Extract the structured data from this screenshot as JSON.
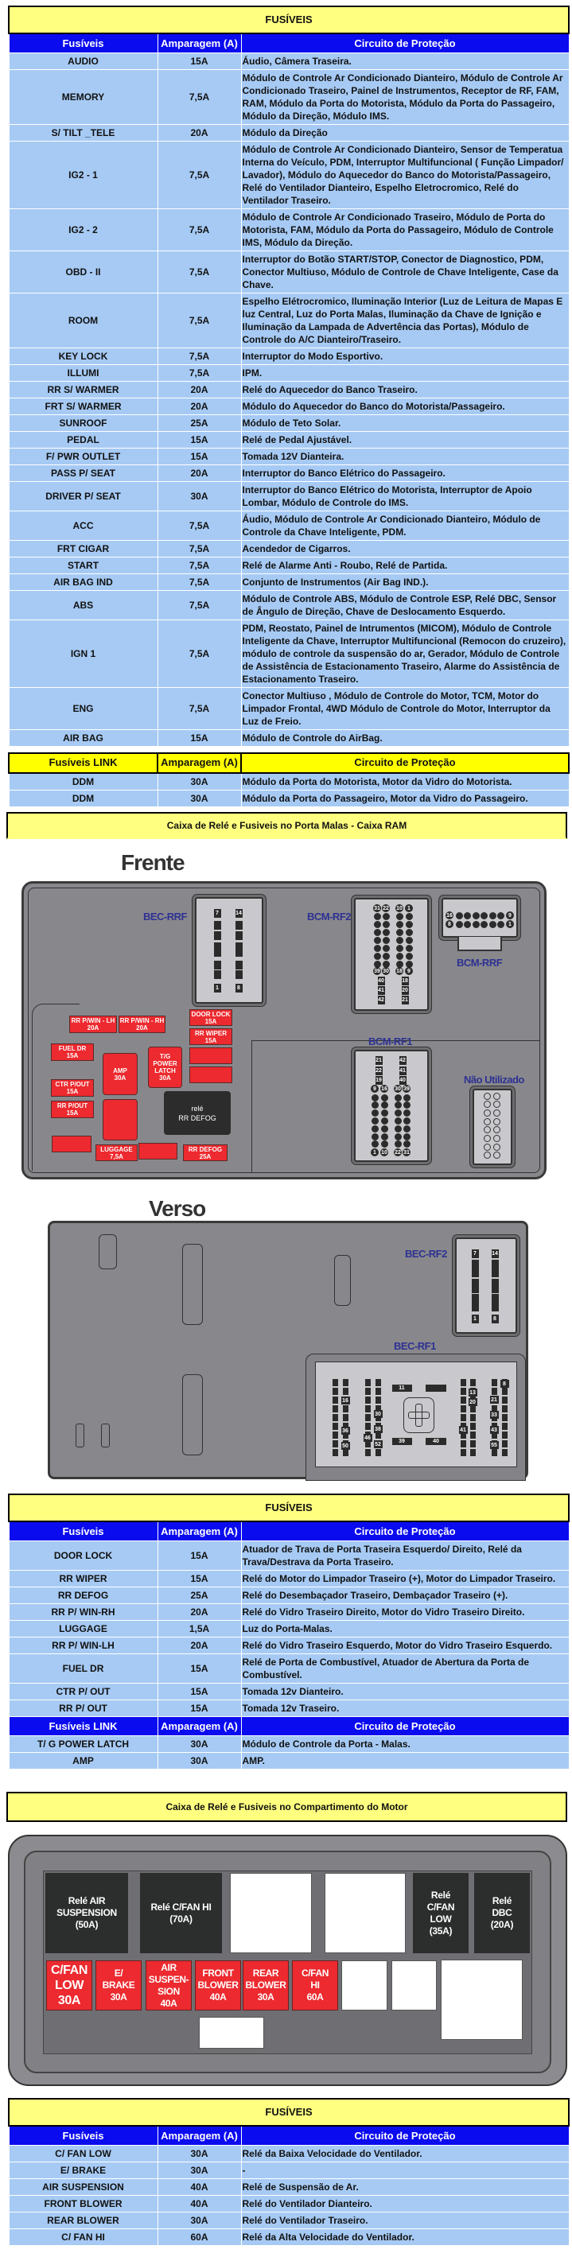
{
  "fuse_table_1": {
    "title": "FUSÍVEIS",
    "headers": [
      "Fusíveis",
      "Amparagem (A)",
      "Circuito de Proteção"
    ],
    "rows": [
      [
        "AUDIO",
        "15A",
        "Áudio, Câmera Traseira."
      ],
      [
        "MEMORY",
        "7,5A",
        "Módulo de Controle Ar Condicionado Dianteiro, Módulo de Controle Ar Condicionado Traseiro, Painel de Instrumentos, Receptor de RF, FAM, RAM, Módulo da Porta do Motorista, Módulo da Porta do Passageiro, Módulo da Direção, Módulo IMS."
      ],
      [
        "S/ TILT _TELE",
        "20A",
        "Módulo da Direção"
      ],
      [
        "IG2 - 1",
        "7,5A",
        "Módulo de Controle Ar Condicionado Dianteiro, Sensor de Temperatua Interna do Veículo, PDM, Interruptor Multifuncional ( Função Limpador/ Lavador), Módulo do Aquecedor do Banco do Motorista/Passageiro, Relé do Ventilador Dianteiro, Espelho Eletrocromico, Relé do Ventilador Traseiro."
      ],
      [
        "IG2 - 2",
        "7,5A",
        "Módulo de Controle Ar Condicionado Traseiro, Módulo de Porta do Motorista, FAM, Módulo da Porta do Passageiro, Módulo de Controle IMS, Módulo da Direção."
      ],
      [
        "OBD - II",
        "7,5A",
        "Interruptor do Botão START/STOP, Conector de Diagnostico, PDM, Conector Multiuso, Módulo de Controle de Chave Inteligente, Case da Chave."
      ],
      [
        "ROOM",
        "7,5A",
        "Espelho Elétrocromico, Iluminação Interior (Luz de Leitura de Mapas E luz Central, Luz do Porta Malas, Iluminação da Chave de Ignição e Iluminação da Lampada de Advertência das Portas), Módulo de Controle do A/C Dianteiro/Traseiro."
      ],
      [
        "KEY LOCK",
        "7,5A",
        "Interruptor do Modo Esportivo."
      ],
      [
        "ILLUMI",
        "7,5A",
        "IPM."
      ],
      [
        "RR S/ WARMER",
        "20A",
        "Relé do Aquecedor do Banco Traseiro."
      ],
      [
        "FRT S/ WARMER",
        "20A",
        "Módulo do Aquecedor do Banco do Motorista/Passageiro."
      ],
      [
        "SUNROOF",
        "25A",
        "Módulo de Teto Solar."
      ],
      [
        "PEDAL",
        "15A",
        "Relé de Pedal Ajustável."
      ],
      [
        "F/ PWR OUTLET",
        "15A",
        "Tomada 12V Dianteira."
      ],
      [
        "PASS P/ SEAT",
        "20A",
        "Interruptor do Banco Elétrico do Passageiro."
      ],
      [
        "DRIVER P/ SEAT",
        "30A",
        "Interruptor do Banco Elétrico do Motorista, Interruptor de Apoio Lombar, Módulo de Controle do IMS."
      ],
      [
        "ACC",
        "7,5A",
        "Áudio, Módulo de Controle Ar Condicionado Dianteiro, Módulo de Controle da Chave Inteligente, PDM."
      ],
      [
        "FRT CIGAR",
        "7,5A",
        "Acendedor de Cigarros."
      ],
      [
        "START",
        "7,5A",
        "Relé de Alarme Anti - Roubo, Relé de Partida."
      ],
      [
        "AIR BAG IND",
        "7,5A",
        "Conjunto de Instrumentos (Air Bag IND.)."
      ],
      [
        "ABS",
        "7,5A",
        "Módulo de Controle ABS, Módulo de Controle ESP, Relé DBC, Sensor de Ângulo de Direção, Chave de Deslocamento Esquerdo."
      ],
      [
        "IGN 1",
        "7,5A",
        "PDM, Reostato, Painel de Intrumentos (MICOM), Módulo de Controle Inteligente da Chave, Interruptor Multifuncional (Remocon do cruzeiro), módulo de controle da suspensão do ar, Gerador, Módulo de Controle de Assistência de Estacionamento Traseiro, Alarme do Assistência de Estacionamento Traseiro."
      ],
      [
        "ENG",
        "7,5A",
        "Conector Multiuso , Módulo de Controle do Motor, TCM, Motor do Limpador Frontal, 4WD Módulo de Controle do Motor, Interruptor da Luz de Freio."
      ],
      [
        "AIR BAG",
        "15A",
        "Módulo de Controle do AirBag."
      ]
    ],
    "link_headers": [
      "Fusíveis LINK",
      "Amparagem (A)",
      "Circuito de Proteção"
    ],
    "link_rows": [
      [
        "DDM",
        "30A",
        "Módulo da Porta do Motorista, Motor da Vidro do Motorista."
      ],
      [
        "DDM",
        "30A",
        "Módulo da Porta do Passageiro, Motor da Vidro do Passageiro."
      ]
    ]
  },
  "trunk_box": {
    "title": "Caixa de Relé e Fusiveis no Porta Malas - Caixa RAM",
    "front": {
      "title": "Frente",
      "connector_labels": {
        "bec_rrf": "BEC-RRF",
        "bcm_rf2": "BCM-RF2",
        "bcm_rrf": "BCM-RRF",
        "bcm_rf1": "BCM-RF1",
        "unused": "Não Utilizado"
      },
      "fuses": [
        {
          "name": "RR P/WIN - LH",
          "rating": "20A"
        },
        {
          "name": "RR P/WIN - RH",
          "rating": "20A"
        },
        {
          "name": "DOOR LOCK",
          "rating": "15A"
        },
        {
          "name": "RR WIPER",
          "rating": "15A"
        },
        {
          "name": "FUEL DR",
          "rating": "15A"
        },
        {
          "name": "AMP",
          "rating": "30A"
        },
        {
          "name": "T/G POWER LATCH",
          "rating": "30A"
        },
        {
          "name": "CTR P/OUT",
          "rating": "15A"
        },
        {
          "name": "RR P/OUT",
          "rating": "15A"
        },
        {
          "name": "LUGGAGE",
          "rating": "7,5A"
        },
        {
          "name": "RR DEFOG",
          "rating": "25A"
        }
      ],
      "relay": {
        "line1": "relé",
        "line2": "RR DEFOG"
      },
      "pins": {
        "bec_rrf": [
          "7",
          "14",
          "1",
          "8"
        ],
        "bcm_rf2": [
          "31",
          "22",
          "10",
          "1",
          "39",
          "30",
          "18",
          "9",
          "40",
          "18",
          "41",
          "20",
          "42",
          "21"
        ],
        "bcm_rrf": [
          "16",
          "9",
          "8",
          "1"
        ],
        "bcm_rf1": [
          "21",
          "42",
          "22",
          "41",
          "19",
          "40",
          "9",
          "16",
          "30",
          "39",
          "1",
          "10",
          "22",
          "31"
        ]
      }
    },
    "back": {
      "title": "Verso",
      "connector_labels": {
        "bec_rf2": "BEC-RF2",
        "bec_rf1": "BEC-RF1"
      },
      "pins": {
        "bec_rf2": [
          "7",
          "14",
          "1",
          "8"
        ],
        "bec_rf1": [
          "11",
          "39",
          "40",
          "16",
          "36",
          "50",
          "30",
          "38",
          "46",
          "52",
          "13",
          "20",
          "41",
          "8",
          "21",
          "33",
          "43",
          "55"
        ]
      }
    }
  },
  "fuse_table_2": {
    "title": "FUSÍVEIS",
    "headers": [
      "Fusíveis",
      "Amparagem (A)",
      "Circuito de Proteção"
    ],
    "rows": [
      [
        "DOOR LOCK",
        "15A",
        "Atuador de Trava de Porta Traseira Esquerdo/ Direito, Relé da Trava/Destrava da Porta Traseiro."
      ],
      [
        "RR WIPER",
        "15A",
        "Relé do Motor do Limpador Traseiro (+), Motor do Limpador Traseiro."
      ],
      [
        "RR DEFOG",
        "25A",
        "Relé do Desembaçador Traseiro, Dembaçador Traseiro (+)."
      ],
      [
        "RR P/ WIN-RH",
        "20A",
        "Relé do Vidro Traseiro Direito, Motor do Vidro Traseiro Direito."
      ],
      [
        "LUGGAGE",
        "1,5A",
        "Luz do Porta-Malas."
      ],
      [
        "RR P/ WIN-LH",
        "20A",
        "Relé do Vidro Traseiro Esquerdo, Motor do Vidro Traseiro Esquerdo."
      ],
      [
        "FUEL DR",
        "15A",
        "Relé de Porta de Combustível, Atuador de Abertura da Porta de Combustível."
      ],
      [
        "CTR P/ OUT",
        "15A",
        "Tomada 12v Dianteiro."
      ],
      [
        "RR P/ OUT",
        "15A",
        "Tomada 12v Traseiro."
      ]
    ],
    "link_headers": [
      "Fusíveis LINK",
      "Amparagem (A)",
      "Circuito de Proteção"
    ],
    "link_rows": [
      [
        "T/ G POWER LATCH",
        "30A",
        "Módulo de Controle da Porta - Malas."
      ],
      [
        "AMP",
        "30A",
        "AMP."
      ]
    ]
  },
  "engine_box": {
    "title": "Caixa de Relé e Fusiveis no Compartimento do Motor",
    "relays": [
      {
        "lines": [
          "Relé AIR",
          "SUSPENSION",
          "(50A)"
        ]
      },
      {
        "lines": [
          "Relé C/FAN HI",
          "(70A)"
        ]
      },
      {
        "lines": [
          "Relé",
          "C/FAN",
          "LOW",
          "(35A)"
        ]
      },
      {
        "lines": [
          "Relé",
          "DBC",
          "(20A)"
        ]
      }
    ],
    "fuses": [
      {
        "lines": [
          "C/FAN",
          "LOW",
          "30A"
        ]
      },
      {
        "lines": [
          "E/",
          "BRAKE",
          "30A"
        ]
      },
      {
        "lines": [
          "AIR",
          "SUSPEN-",
          "SION",
          "40A"
        ]
      },
      {
        "lines": [
          "FRONT",
          "BLOWER",
          "40A"
        ]
      },
      {
        "lines": [
          "REAR",
          "BLOWER",
          "30A"
        ]
      },
      {
        "lines": [
          "C/FAN",
          "HI",
          "60A"
        ]
      }
    ]
  },
  "fuse_table_3": {
    "title": "FUSÍVEIS",
    "headers": [
      "Fusíveis",
      "Amparagem (A)",
      "Circuito de Proteção"
    ],
    "rows": [
      [
        "C/ FAN LOW",
        "30A",
        "Relé da Baixa Velocidade do Ventilador."
      ],
      [
        "E/ BRAKE",
        "30A",
        "-"
      ],
      [
        "AIR SUSPENSION",
        "40A",
        "Relé de Suspensão de Ar."
      ],
      [
        "FRONT BLOWER",
        "40A",
        "Relé do Ventilador Dianteiro."
      ],
      [
        "REAR BLOWER",
        "30A",
        "Relé do Ventilador Traseiro."
      ],
      [
        "C/ FAN HI",
        "60A",
        "Relé da Alta Velocidade do Ventilador."
      ]
    ]
  }
}
